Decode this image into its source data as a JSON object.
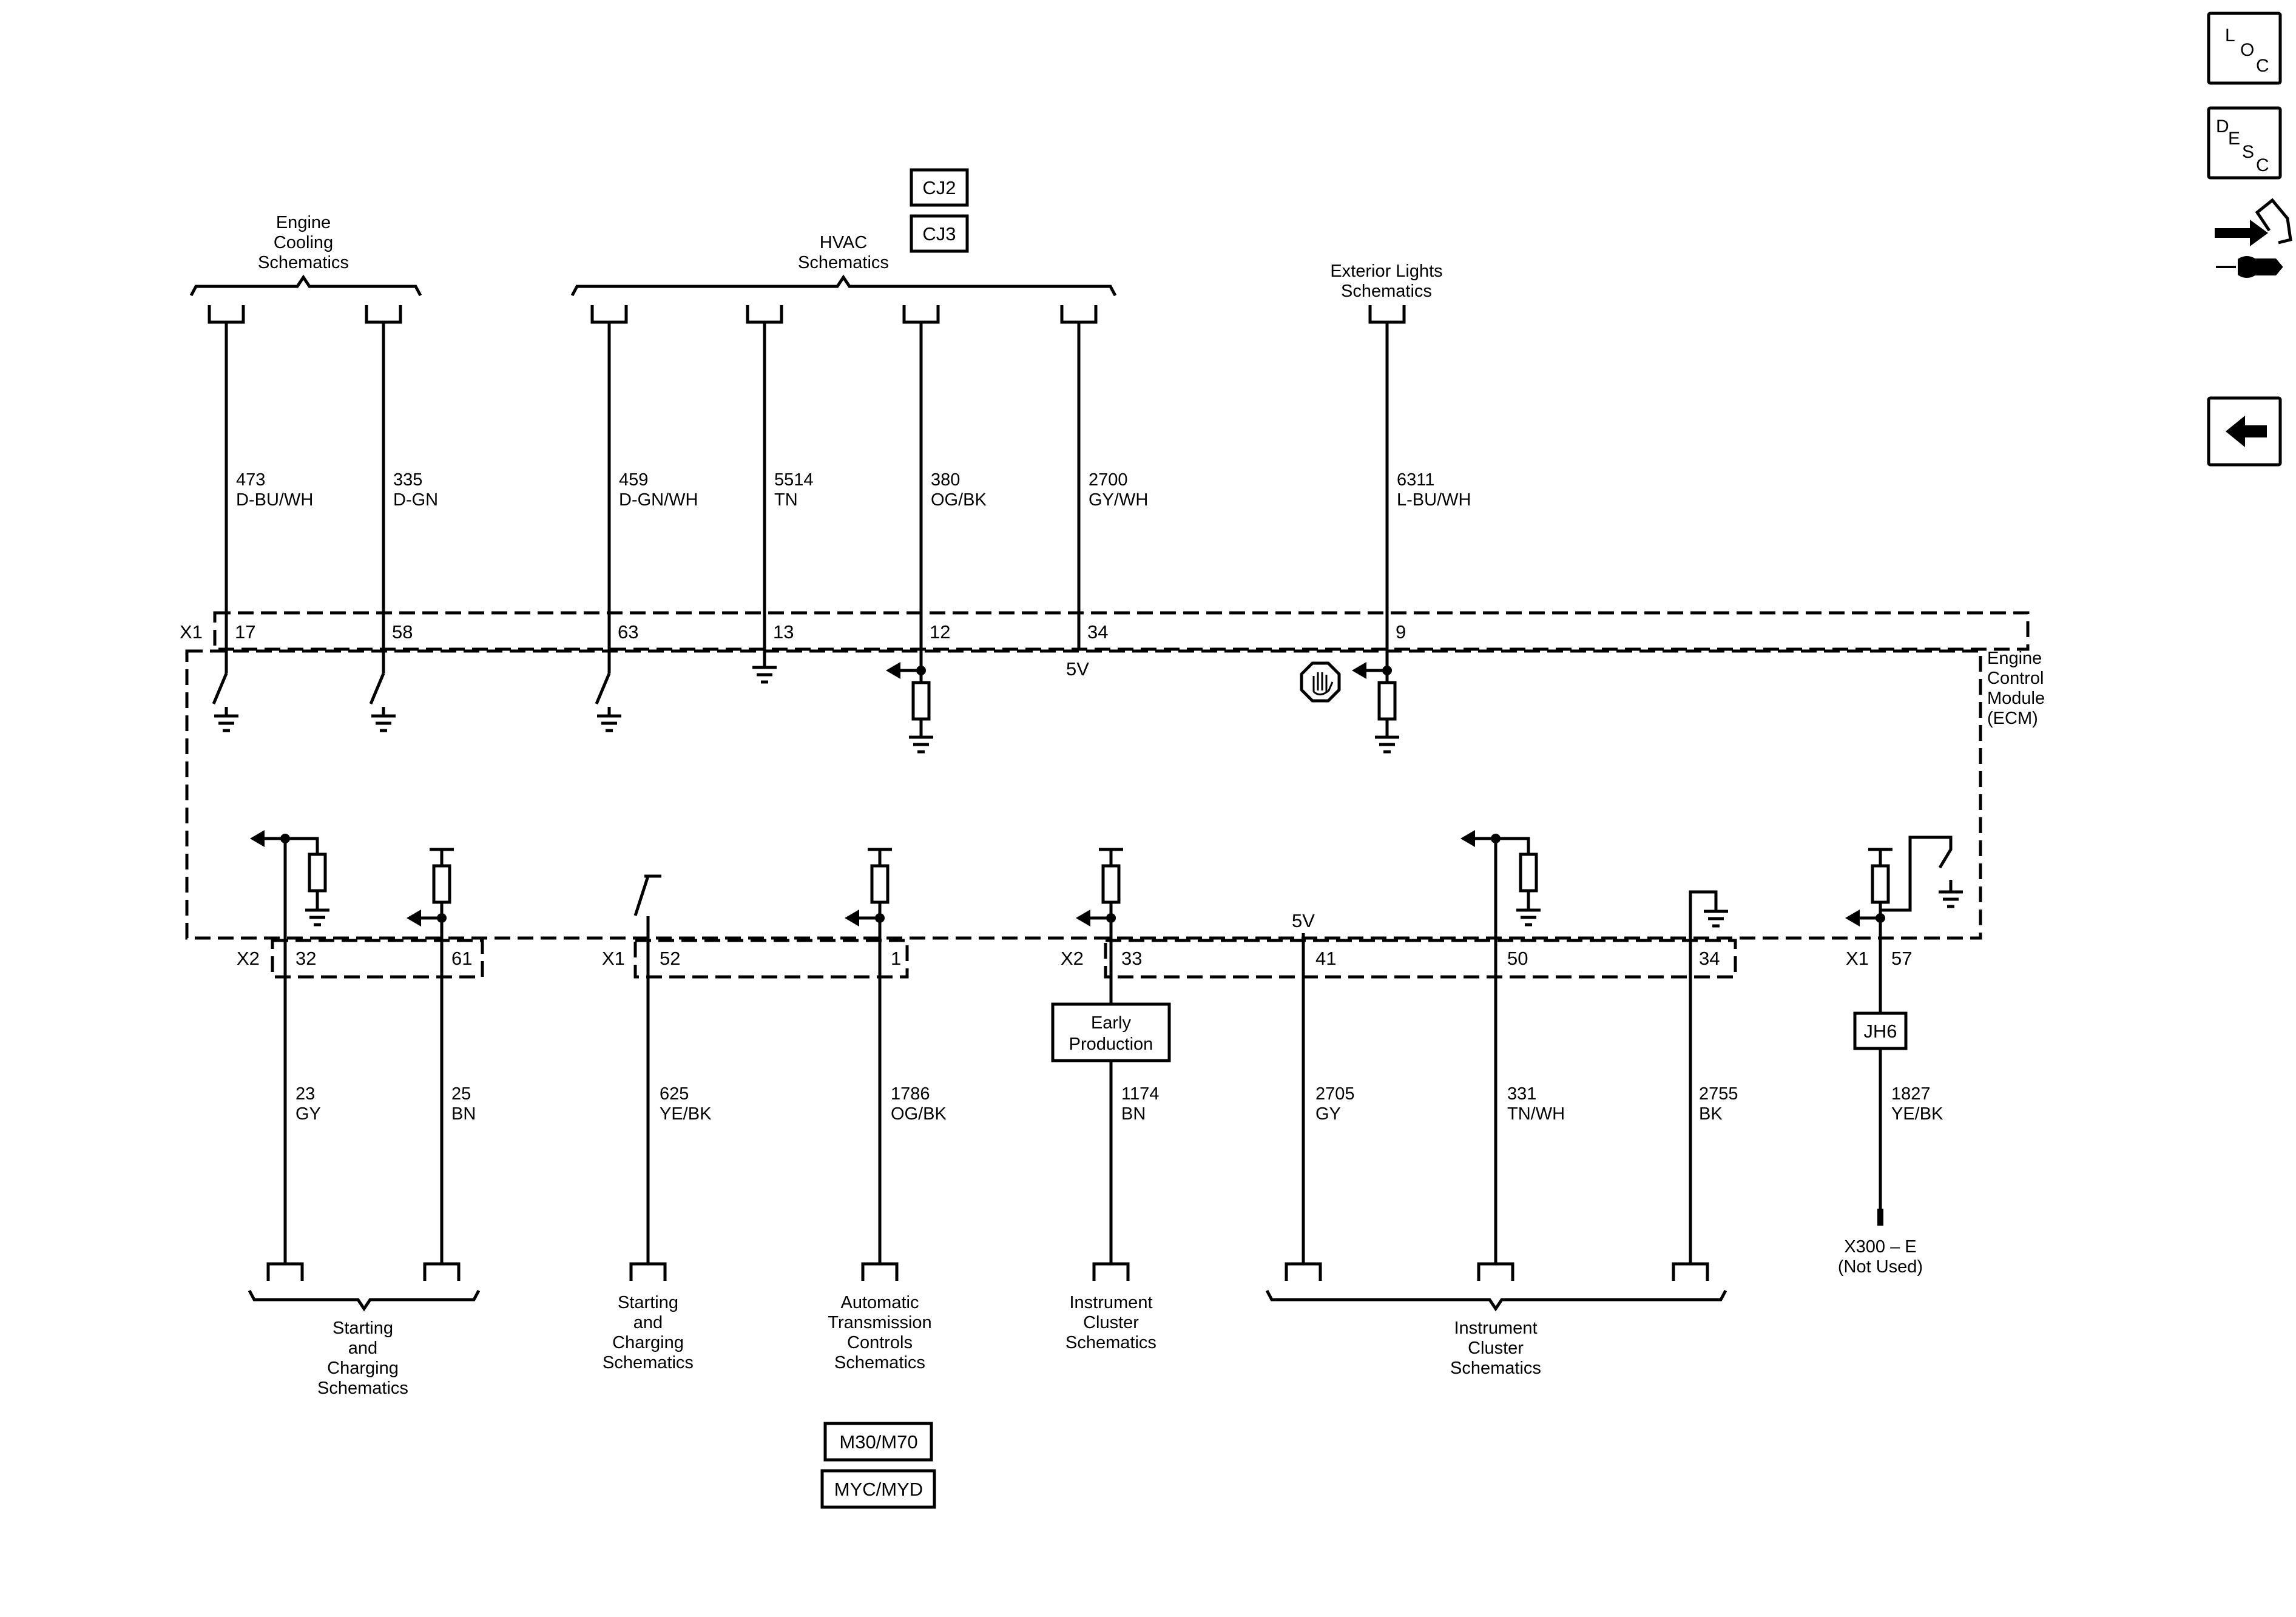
{
  "module": {
    "lines": [
      "Engine",
      "Control",
      "Module",
      "(ECM)"
    ]
  },
  "connectors": {
    "x1": "X1",
    "x2": "X2"
  },
  "top_groups": [
    {
      "id": "engine-cooling",
      "lines": [
        "Engine",
        "Cooling",
        "Schematics"
      ]
    },
    {
      "id": "hvac",
      "lines": [
        "HVAC",
        "Schematics"
      ]
    },
    {
      "id": "exterior-lights",
      "lines": [
        "Exterior Lights",
        "Schematics"
      ]
    }
  ],
  "bottom_groups": [
    {
      "id": "starting-charging-1",
      "lines": [
        "Starting",
        "and",
        "Charging",
        "Schematics"
      ]
    },
    {
      "id": "starting-charging-2",
      "lines": [
        "Starting",
        "and",
        "Charging",
        "Schematics"
      ]
    },
    {
      "id": "auto-trans",
      "lines": [
        "Automatic",
        "Transmission",
        "Controls",
        "Schematics"
      ]
    },
    {
      "id": "instrument-cluster-1",
      "lines": [
        "Instrument",
        "Cluster",
        "Schematics"
      ]
    },
    {
      "id": "instrument-cluster-2",
      "lines": [
        "Instrument",
        "Cluster",
        "Schematics"
      ]
    }
  ],
  "top_wires": [
    {
      "circuit": "473",
      "color": "D-BU/WH",
      "pin": "17"
    },
    {
      "circuit": "335",
      "color": "D-GN",
      "pin": "58"
    },
    {
      "circuit": "459",
      "color": "D-GN/WH",
      "pin": "63"
    },
    {
      "circuit": "5514",
      "color": "TN",
      "pin": "13"
    },
    {
      "circuit": "380",
      "color": "OG/BK",
      "pin": "12"
    },
    {
      "circuit": "2700",
      "color": "GY/WH",
      "pin": "34"
    },
    {
      "circuit": "6311",
      "color": "L-BU/WH",
      "pin": "9"
    }
  ],
  "bottom_wires": [
    {
      "circuit": "23",
      "color": "GY",
      "pin": "32"
    },
    {
      "circuit": "25",
      "color": "BN",
      "pin": "61"
    },
    {
      "circuit": "625",
      "color": "YE/BK",
      "pin": "52"
    },
    {
      "circuit": "1786",
      "color": "OG/BK",
      "pin": "1"
    },
    {
      "circuit": "1174",
      "color": "BN",
      "pin": "33"
    },
    {
      "circuit": "2705",
      "color": "GY",
      "pin": "41"
    },
    {
      "circuit": "331",
      "color": "TN/WH",
      "pin": "50"
    },
    {
      "circuit": "2755",
      "color": "BK",
      "pin": "34"
    },
    {
      "circuit": "1827",
      "color": "YE/BK",
      "pin": "57"
    }
  ],
  "voltage": "5V",
  "option_boxes": {
    "cj2": "CJ2",
    "cj3": "CJ3",
    "m30": "M30/M70",
    "myc": "MYC/MYD",
    "jh6": "JH6"
  },
  "early_production": [
    "Early",
    "Production"
  ],
  "x300": [
    "X300 – E",
    "(Not Used)"
  ],
  "sidebar": {
    "loc": [
      "L",
      "O",
      "C"
    ],
    "desc": [
      "D",
      "E",
      "S",
      "C"
    ]
  },
  "colors": {
    "line": "#000000",
    "background": "#ffffff"
  }
}
